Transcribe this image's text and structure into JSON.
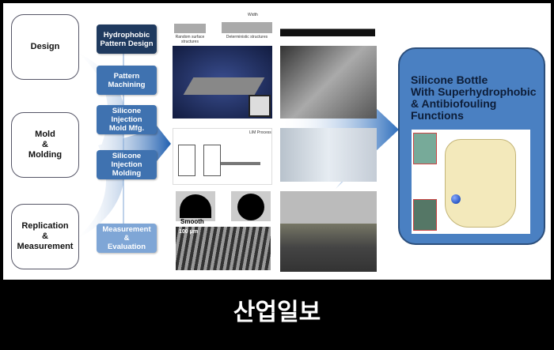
{
  "stages": [
    "Design",
    "Mold\n&\nMolding",
    "Replication\n&\nMeasurement"
  ],
  "steps": [
    "Hydrophobic\nPattern Design",
    "Pattern\nMachining",
    "Silicone\nInjection\nMold Mfg.",
    "Silicone\nInjection\nMolding",
    "Measurement\n&\nEvaluation"
  ],
  "images": {
    "surface_left": "Random surface structures",
    "surface_right": "Deterministic structures",
    "width_label": "Width",
    "smooth_label": "Smooth",
    "scale_label": "100 μm",
    "lim_label": "LIM Process"
  },
  "panel": {
    "title": "Silicone Bottle\nWith Superhydrophobic\n& Antibiofouling\nFunctions"
  },
  "footer": {
    "text": "산업일보"
  },
  "colors": {
    "step_dark": "#1f3a5f",
    "step": "#3f72b0",
    "step_light": "#7fa6d6",
    "panel": "#4a80c2"
  }
}
